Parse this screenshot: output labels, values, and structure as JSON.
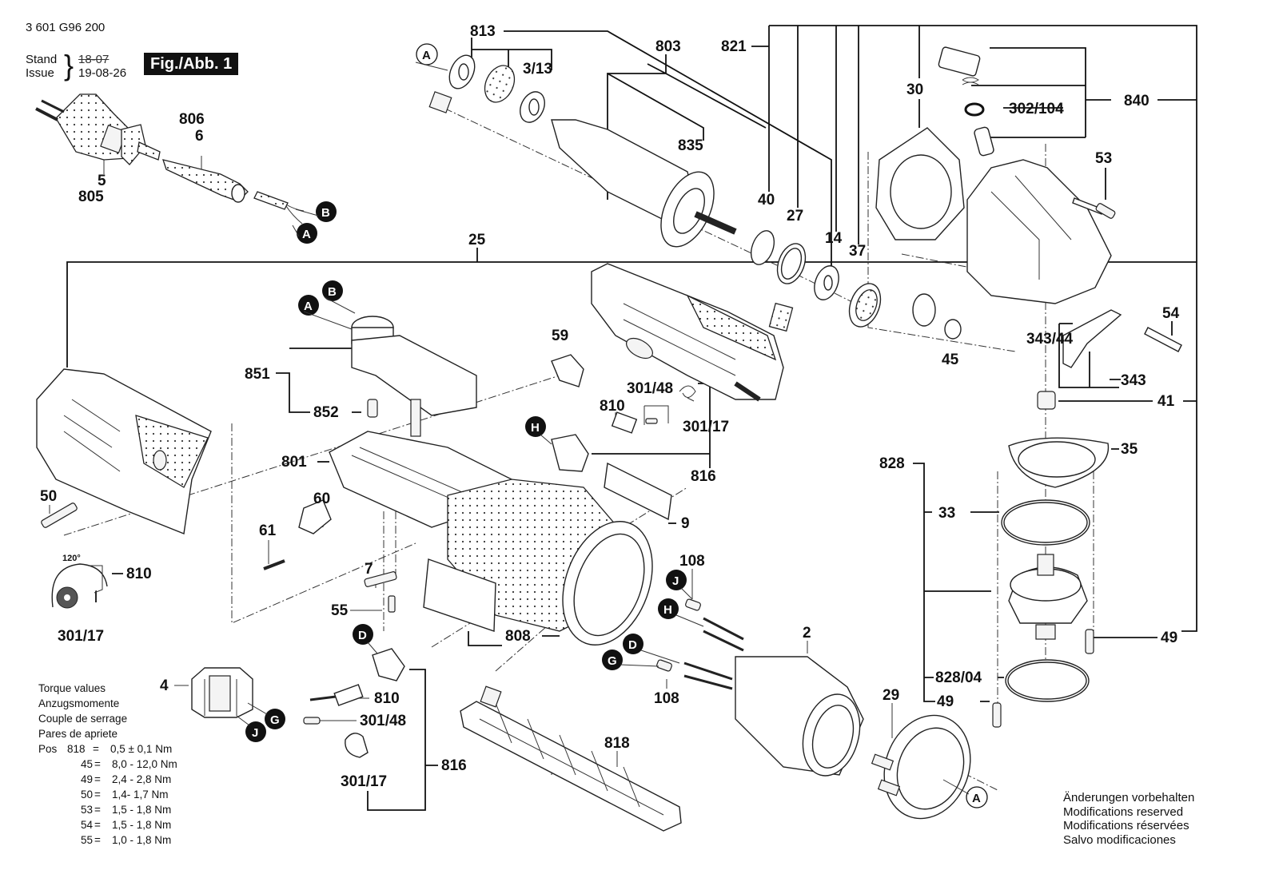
{
  "header": {
    "doc_number": "3 601 G96 200",
    "stand_label": "Stand",
    "issue_label": "Issue",
    "old_date": "18-07",
    "issue_date": "19-08-26",
    "figure_label": "Fig./Abb. 1"
  },
  "torque": {
    "titles": [
      "Torque values",
      "Anzugsmomente",
      "Couple de serrage",
      "Pares de apriete"
    ],
    "pos_prefix": "Pos",
    "rows": [
      {
        "pos": "818",
        "value": "0,5 ± 0,1 Nm"
      },
      {
        "pos": "45",
        "value": "8,0 - 12,0 Nm"
      },
      {
        "pos": "49",
        "value": "2,4 - 2,8 Nm"
      },
      {
        "pos": "50",
        "value": "1,4- 1,7 Nm"
      },
      {
        "pos": "53",
        "value": "1,5 - 1,8 Nm"
      },
      {
        "pos": "54",
        "value": "1,5 - 1,8 Nm"
      },
      {
        "pos": "55",
        "value": "1,0 - 1,8 Nm"
      }
    ]
  },
  "notice": [
    "Änderungen vorbehalten",
    "Modifications reserved",
    "Modifications réservées",
    "Salvo modificaciones"
  ],
  "callouts": {
    "p813": "813",
    "p803": "803",
    "p821": "821",
    "p3_13": "3/13",
    "p835": "835",
    "p30": "30",
    "p840": "840",
    "p302_104": "302/104",
    "p53": "53",
    "p806": "806",
    "p6": "6",
    "p5": "5",
    "p805": "805",
    "p40": "40",
    "p27": "27",
    "p14": "14",
    "p37": "37",
    "p25": "25",
    "p54": "54",
    "p343_44": "343/44",
    "p45": "45",
    "p343": "343",
    "p41": "41",
    "p59": "59",
    "p851": "851",
    "p852": "852",
    "p301_48a": "301/48",
    "p810a": "810",
    "p301_17a": "301/17",
    "p816a": "816",
    "p801": "801",
    "p50": "50",
    "p60": "60",
    "p61": "61",
    "p9": "9",
    "p828": "828",
    "p35": "35",
    "p33": "33",
    "p810b": "810",
    "p301_17b": "301/17",
    "p108a": "108",
    "p7": "7",
    "p55": "55",
    "p808": "808",
    "p2": "2",
    "p49a": "49",
    "p108b": "108",
    "p828_04": "828/04",
    "p49b": "49",
    "p4": "4",
    "p810c": "810",
    "p301_48b": "301/48",
    "p29": "29",
    "p301_17c": "301/17",
    "p816b": "816",
    "p818": "818",
    "angle": "120°"
  },
  "connectors": {
    "A": "A",
    "B": "B",
    "D": "D",
    "G": "G",
    "H": "H",
    "J": "J"
  }
}
